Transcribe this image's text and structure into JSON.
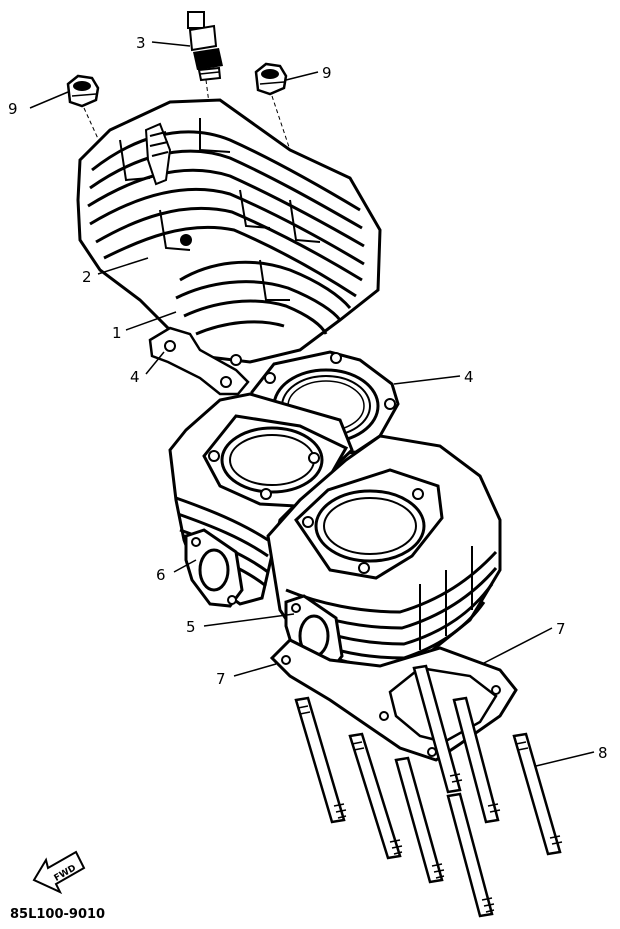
{
  "callouts": {
    "c1": "1",
    "c2": "2",
    "c3": "3",
    "c4a": "4",
    "c4b": "4",
    "c5": "5",
    "c6": "6",
    "c7a": "7",
    "c7b": "7",
    "c8": "8",
    "c9a": "9",
    "c9b": "9"
  },
  "fwd_label": "FWD",
  "drawing_code": "85L100-9010"
}
